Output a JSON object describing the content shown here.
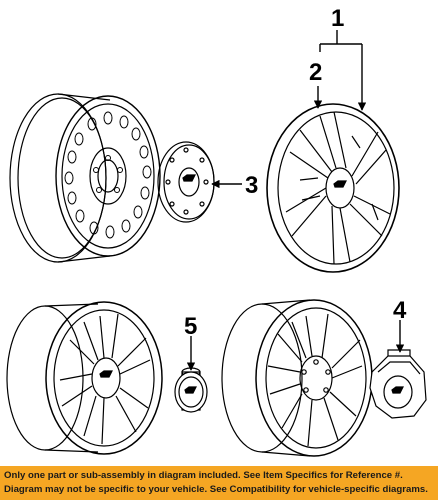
{
  "callouts": {
    "c1": "1",
    "c2": "2",
    "c3": "3",
    "c4": "4",
    "c5": "5"
  },
  "footer": {
    "line1": "Only one part or sub-assembly in diagram included. See Item Specifics for Reference #.",
    "line2": "Diagram may not be specific to your vehicle. See Compatibility for vehicle-specific diagrams."
  },
  "colors": {
    "footer_background": "#f5a623",
    "line_art": "#000000"
  }
}
